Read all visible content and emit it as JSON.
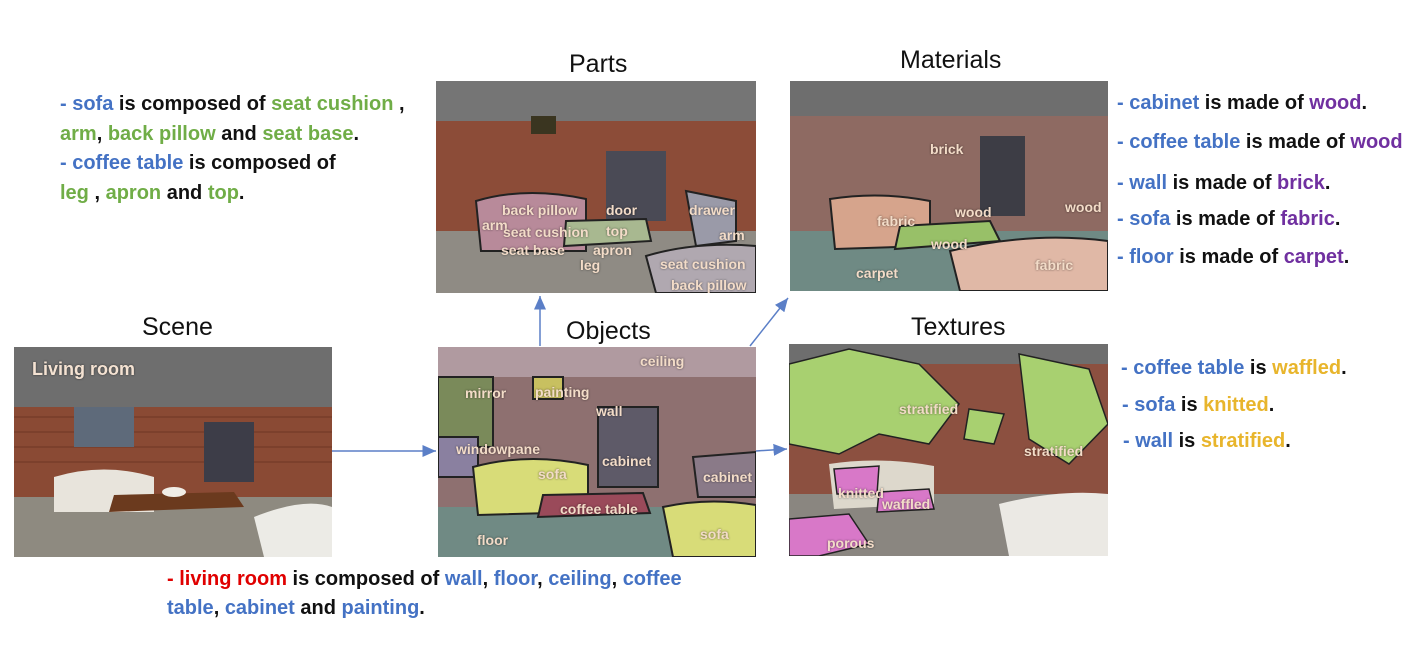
{
  "titles": {
    "scene": "Scene",
    "parts": "Parts",
    "materials": "Materials",
    "objects": "Objects",
    "textures": "Textures"
  },
  "scene_label": "Living room",
  "objects_labels": {
    "ceiling": "ceiling",
    "mirror": "mirror",
    "painting": "painting",
    "wall": "wall",
    "windowpane": "windowpane",
    "sofa1": "sofa",
    "cabinet1": "cabinet",
    "cabinet2": "cabinet",
    "coffee_table": "coffee table",
    "floor": "floor",
    "sofa2": "sofa"
  },
  "parts_labels": {
    "back_pillow1": "back pillow",
    "door": "door",
    "drawer": "drawer",
    "arm1": "arm",
    "seat_cushion1": "seat cushion",
    "top": "top",
    "arm2": "arm",
    "seat_base": "seat base",
    "apron": "apron",
    "leg": "leg",
    "seat_cushion2": "seat cushion",
    "back_pillow2": "back pillow"
  },
  "materials_labels": {
    "brick": "brick",
    "fabric1": "fabric",
    "wood1": "wood",
    "wood2": "wood",
    "wood3": "wood",
    "carpet": "carpet",
    "fabric2": "fabric"
  },
  "textures_labels": {
    "stratified1": "stratified",
    "stratified2": "stratified",
    "knitted": "knitted",
    "waffled": "waffled",
    "porous": "porous"
  },
  "parts_text": {
    "l1": {
      "a": "- sofa",
      "b": " is composed of ",
      "c": "seat cushion",
      "d": " ,"
    },
    "l2": {
      "a": "arm",
      "b": ", ",
      "c": "back pillow",
      "d": " and ",
      "e": "seat base",
      "f": "."
    },
    "l3": {
      "a": "- coffee table",
      "b": " is composed of"
    },
    "l4": {
      "a": "leg",
      "b": " , ",
      "c": "apron",
      "d": " and ",
      "e": "top",
      "f": "."
    }
  },
  "materials_text": [
    {
      "obj": "- cabinet",
      "rel": " is made of ",
      "mat": "wood",
      "end": "."
    },
    {
      "obj": "- coffee table",
      "rel": " is made of ",
      "mat": "wood",
      "end": ""
    },
    {
      "obj": "- wall",
      "rel": "  is made of ",
      "mat": "brick",
      "end": "."
    },
    {
      "obj": "- sofa",
      "rel": " is made of ",
      "mat": "fabric",
      "end": "."
    },
    {
      "obj": "- floor",
      "rel": " is made of ",
      "mat": "carpet",
      "end": "."
    }
  ],
  "textures_text": [
    {
      "obj": "- coffee table",
      "rel": " is ",
      "tex": "waffled",
      "end": "."
    },
    {
      "obj": "- sofa",
      "rel": " is ",
      "tex": "knitted",
      "end": "."
    },
    {
      "obj": "- wall",
      "rel": "  is ",
      "tex": "stratified",
      "end": "."
    }
  ],
  "scene_text": {
    "l1": {
      "a": "- living room",
      "b": " is composed of ",
      "c": "wall",
      ",1": ", ",
      "d": "floor",
      ",2": ", ",
      "e": "ceiling",
      ",3": ", ",
      "f": "coffee"
    },
    "l2": {
      "a": "table",
      ",": ", ",
      "b": "cabinet",
      "c": " and ",
      "d": "painting",
      "e": "."
    }
  },
  "colors": {
    "object": "#4472c4",
    "part": "#70ad47",
    "material": "#7030a0",
    "texture": "#e8b52c",
    "scene": "#e00000",
    "arrow": "#5b7fc7"
  }
}
